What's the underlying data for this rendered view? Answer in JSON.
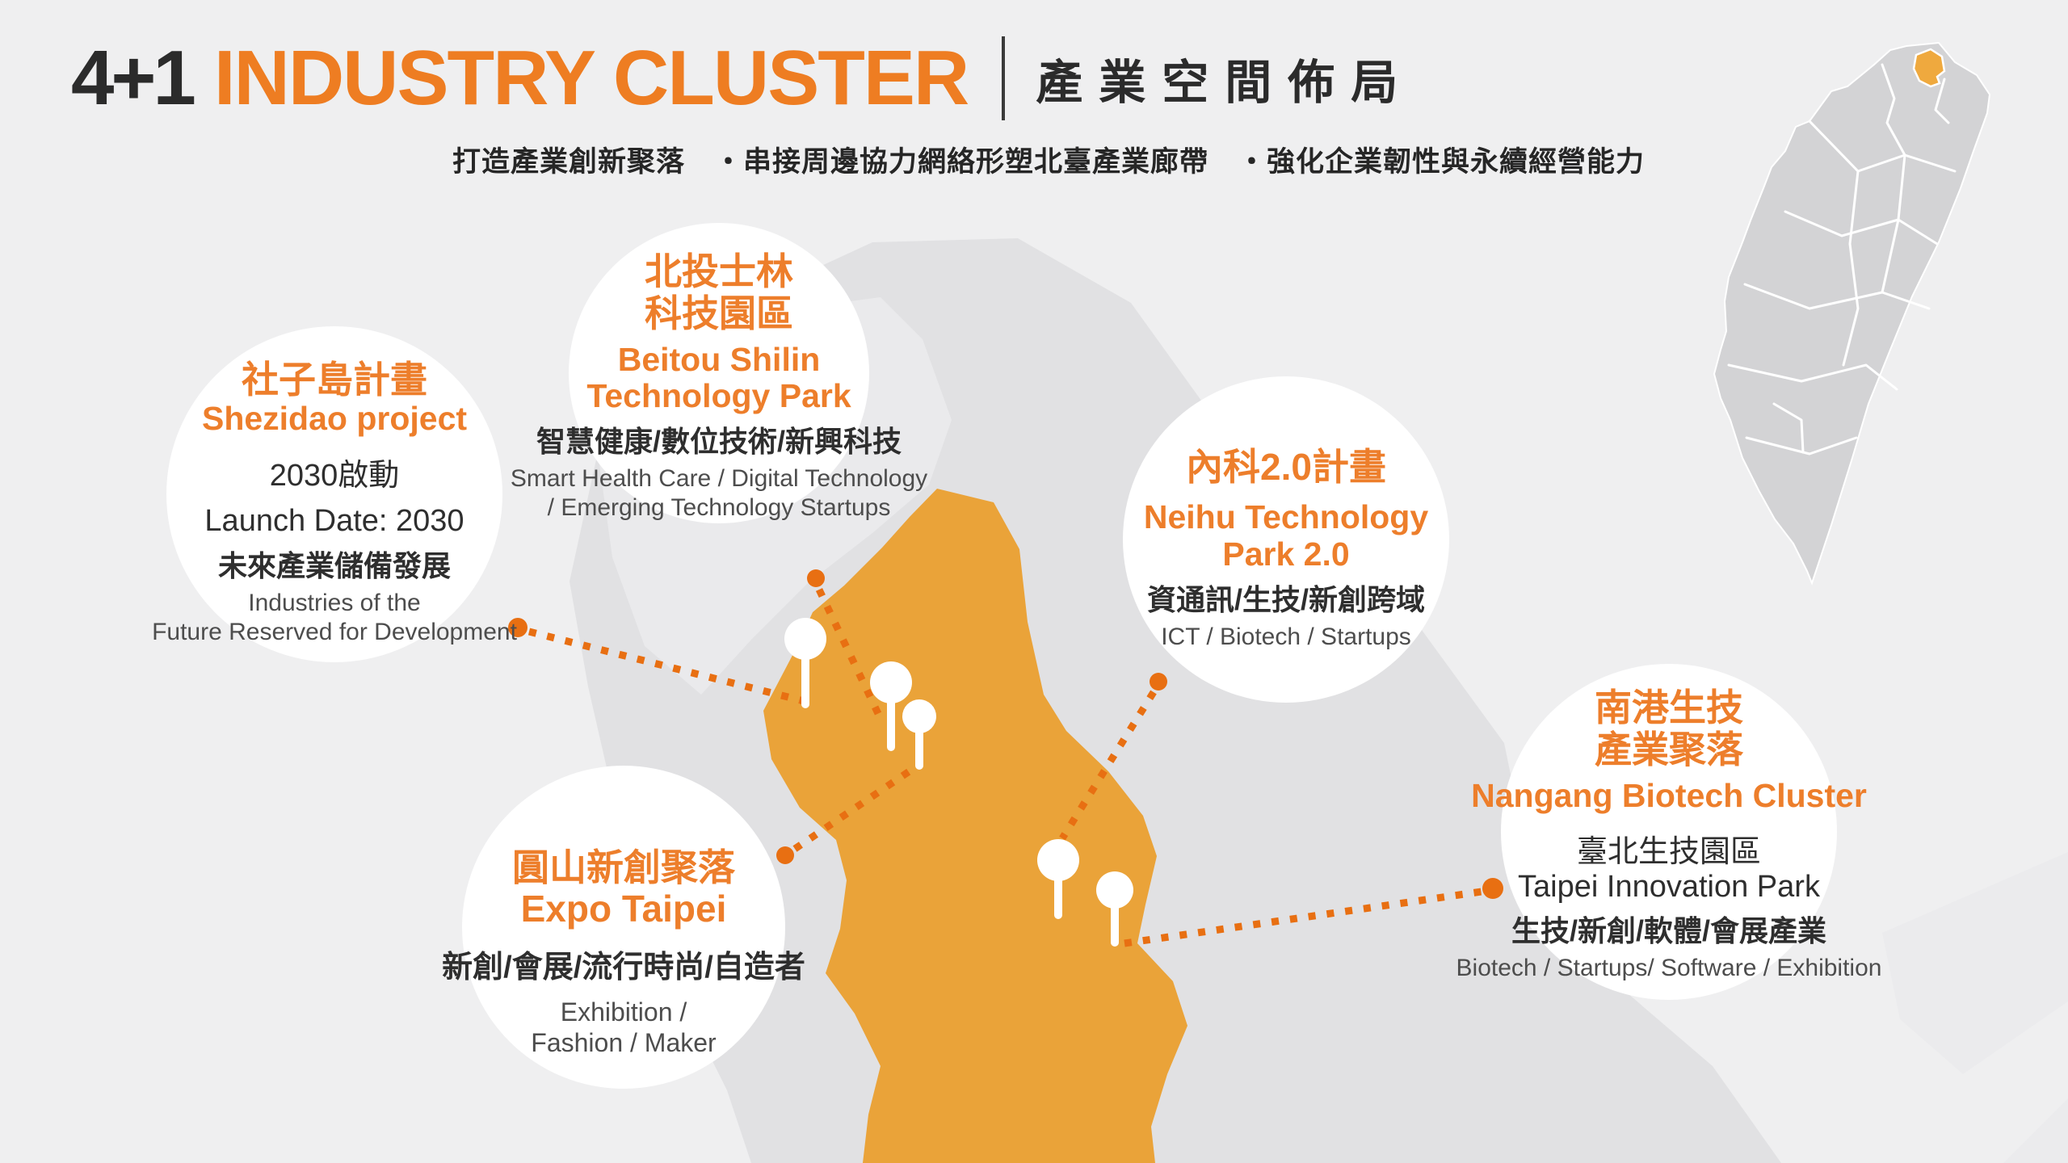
{
  "header": {
    "title_num": "4+1",
    "title_en": "INDUSTRY CLUSTER",
    "title_zh": "產業空間佈局",
    "subtitle": "打造產業創新聚落　・串接周邊協力網絡形塑北臺產業廊帶　・強化企業韌性與永續經營能力"
  },
  "clusters": {
    "shezidao": {
      "title_zh": "社子島計畫",
      "title_en": "Shezidao project",
      "line1": "2030啟動",
      "line2": "Launch Date: 2030",
      "line3": "未來產業儲備發展",
      "line4": "Industries of the",
      "line5": "Future Reserved for Development"
    },
    "beitou": {
      "title_zh1": "北投士林",
      "title_zh2": "科技園區",
      "title_en1": "Beitou Shilin",
      "title_en2": "Technology Park",
      "line1": "智慧健康/數位技術/新興科技",
      "line2": "Smart Health Care  / Digital Technology",
      "line3": "/ Emerging Technology  Startups"
    },
    "neihu": {
      "title_zh": "內科2.0計畫",
      "title_en1": "Neihu Technology",
      "title_en2": "Park  2.0",
      "line1": "資通訊/生技/新創跨域",
      "line2": "ICT / Biotech / Startups"
    },
    "nangang": {
      "title_zh1": "南港生技",
      "title_zh2": "產業聚落",
      "title_en": "Nangang Biotech Cluster",
      "line1": "臺北生技園區",
      "line2": "Taipei Innovation Park",
      "line3": "生技/新創/軟體/會展產業",
      "line4": "Biotech / Startups/ Software / Exhibition"
    },
    "expo": {
      "title_zh": "圓山新創聚落",
      "title_en": "Expo Taipei",
      "line1": "新創/會展/流行時尚/自造者",
      "line2": "Exhibition /",
      "line3": "Fashion / Maker"
    }
  },
  "colors": {
    "accent_orange": "#ed7e2b",
    "map_orange": "#eaa339",
    "connector_orange": "#e86f12",
    "taiwan_gray": "#d3d3d5",
    "taiwan_highlight": "#efa93e",
    "background": "#efeff0",
    "dark_text": "#2e2e2e",
    "gray_text": "#4d4d4d"
  }
}
